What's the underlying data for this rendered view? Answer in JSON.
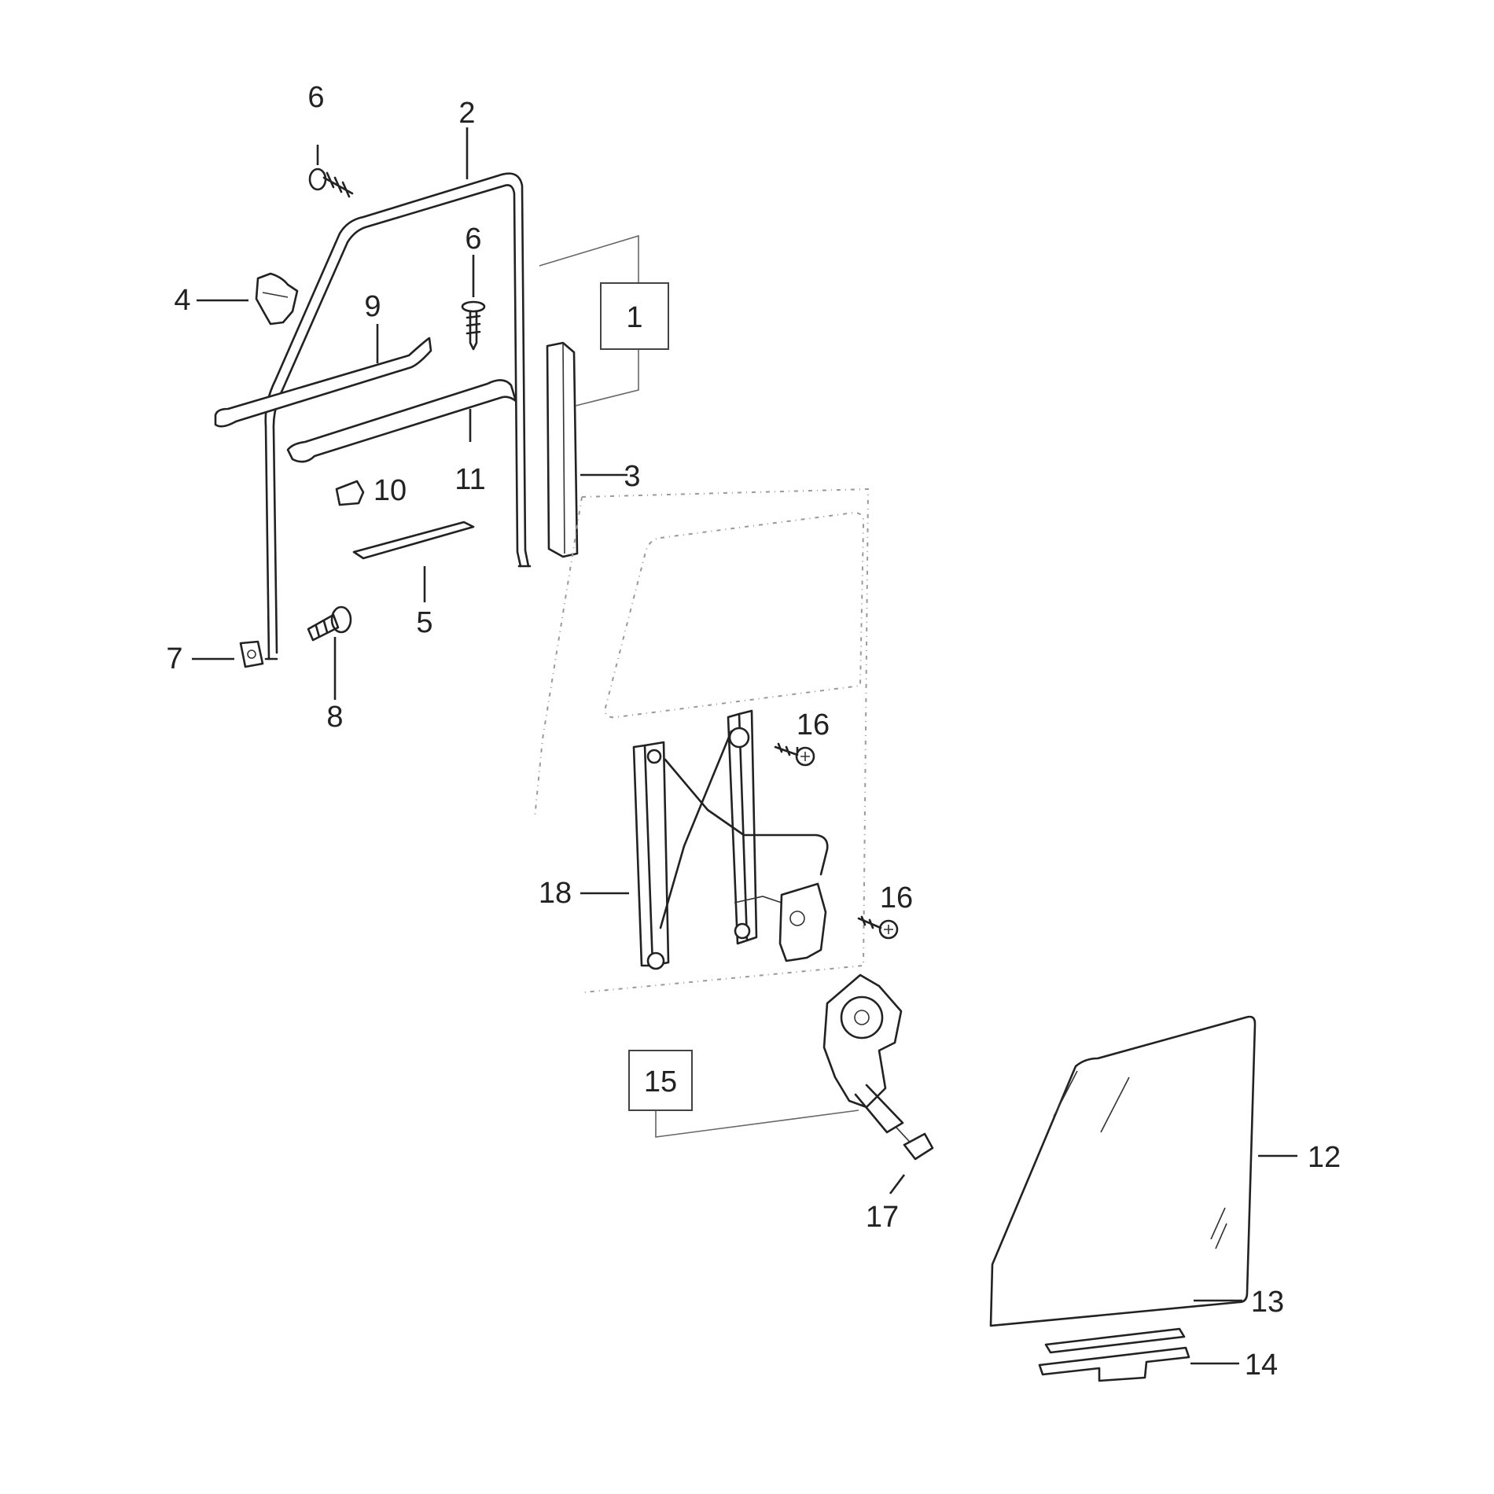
{
  "callouts": {
    "c1": "1",
    "c2": "2",
    "c3": "3",
    "c4": "4",
    "c5": "5",
    "c6a": "6",
    "c6b": "6",
    "c7": "7",
    "c8": "8",
    "c9": "9",
    "c10": "10",
    "c11": "11",
    "c12": "12",
    "c13": "13",
    "c14": "14",
    "c15": "15",
    "c16a": "16",
    "c16b": "16",
    "c17": "17",
    "c18": "18"
  }
}
